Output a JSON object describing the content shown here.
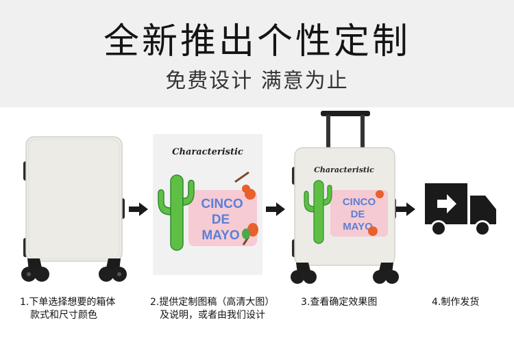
{
  "header": {
    "title": "全新推出个性定制",
    "subtitle": "免费设计  满意为止"
  },
  "design": {
    "heading": "Characteristic",
    "line1": "CINCO",
    "line2": "DE",
    "line3": "MAYO"
  },
  "steps": [
    {
      "line1": "1.下单选择想要的箱体",
      "line2": "款式和尺寸颜色"
    },
    {
      "line1": "2.提供定制图稿（高清大图）",
      "line2": "及说明，或者由我们设计"
    },
    {
      "line1": "3.查看确定效果图",
      "line2": ""
    },
    {
      "line1": "4.制作发货",
      "line2": ""
    }
  ],
  "colors": {
    "header_bg": "#f0f0f0",
    "suitcase_body": "#ecebe6",
    "cactus": "#5fbf45",
    "cinco_text": "#5b7fd6",
    "cinco_bg": "#f6c6d0",
    "icon_dark": "#1a1a1a"
  }
}
